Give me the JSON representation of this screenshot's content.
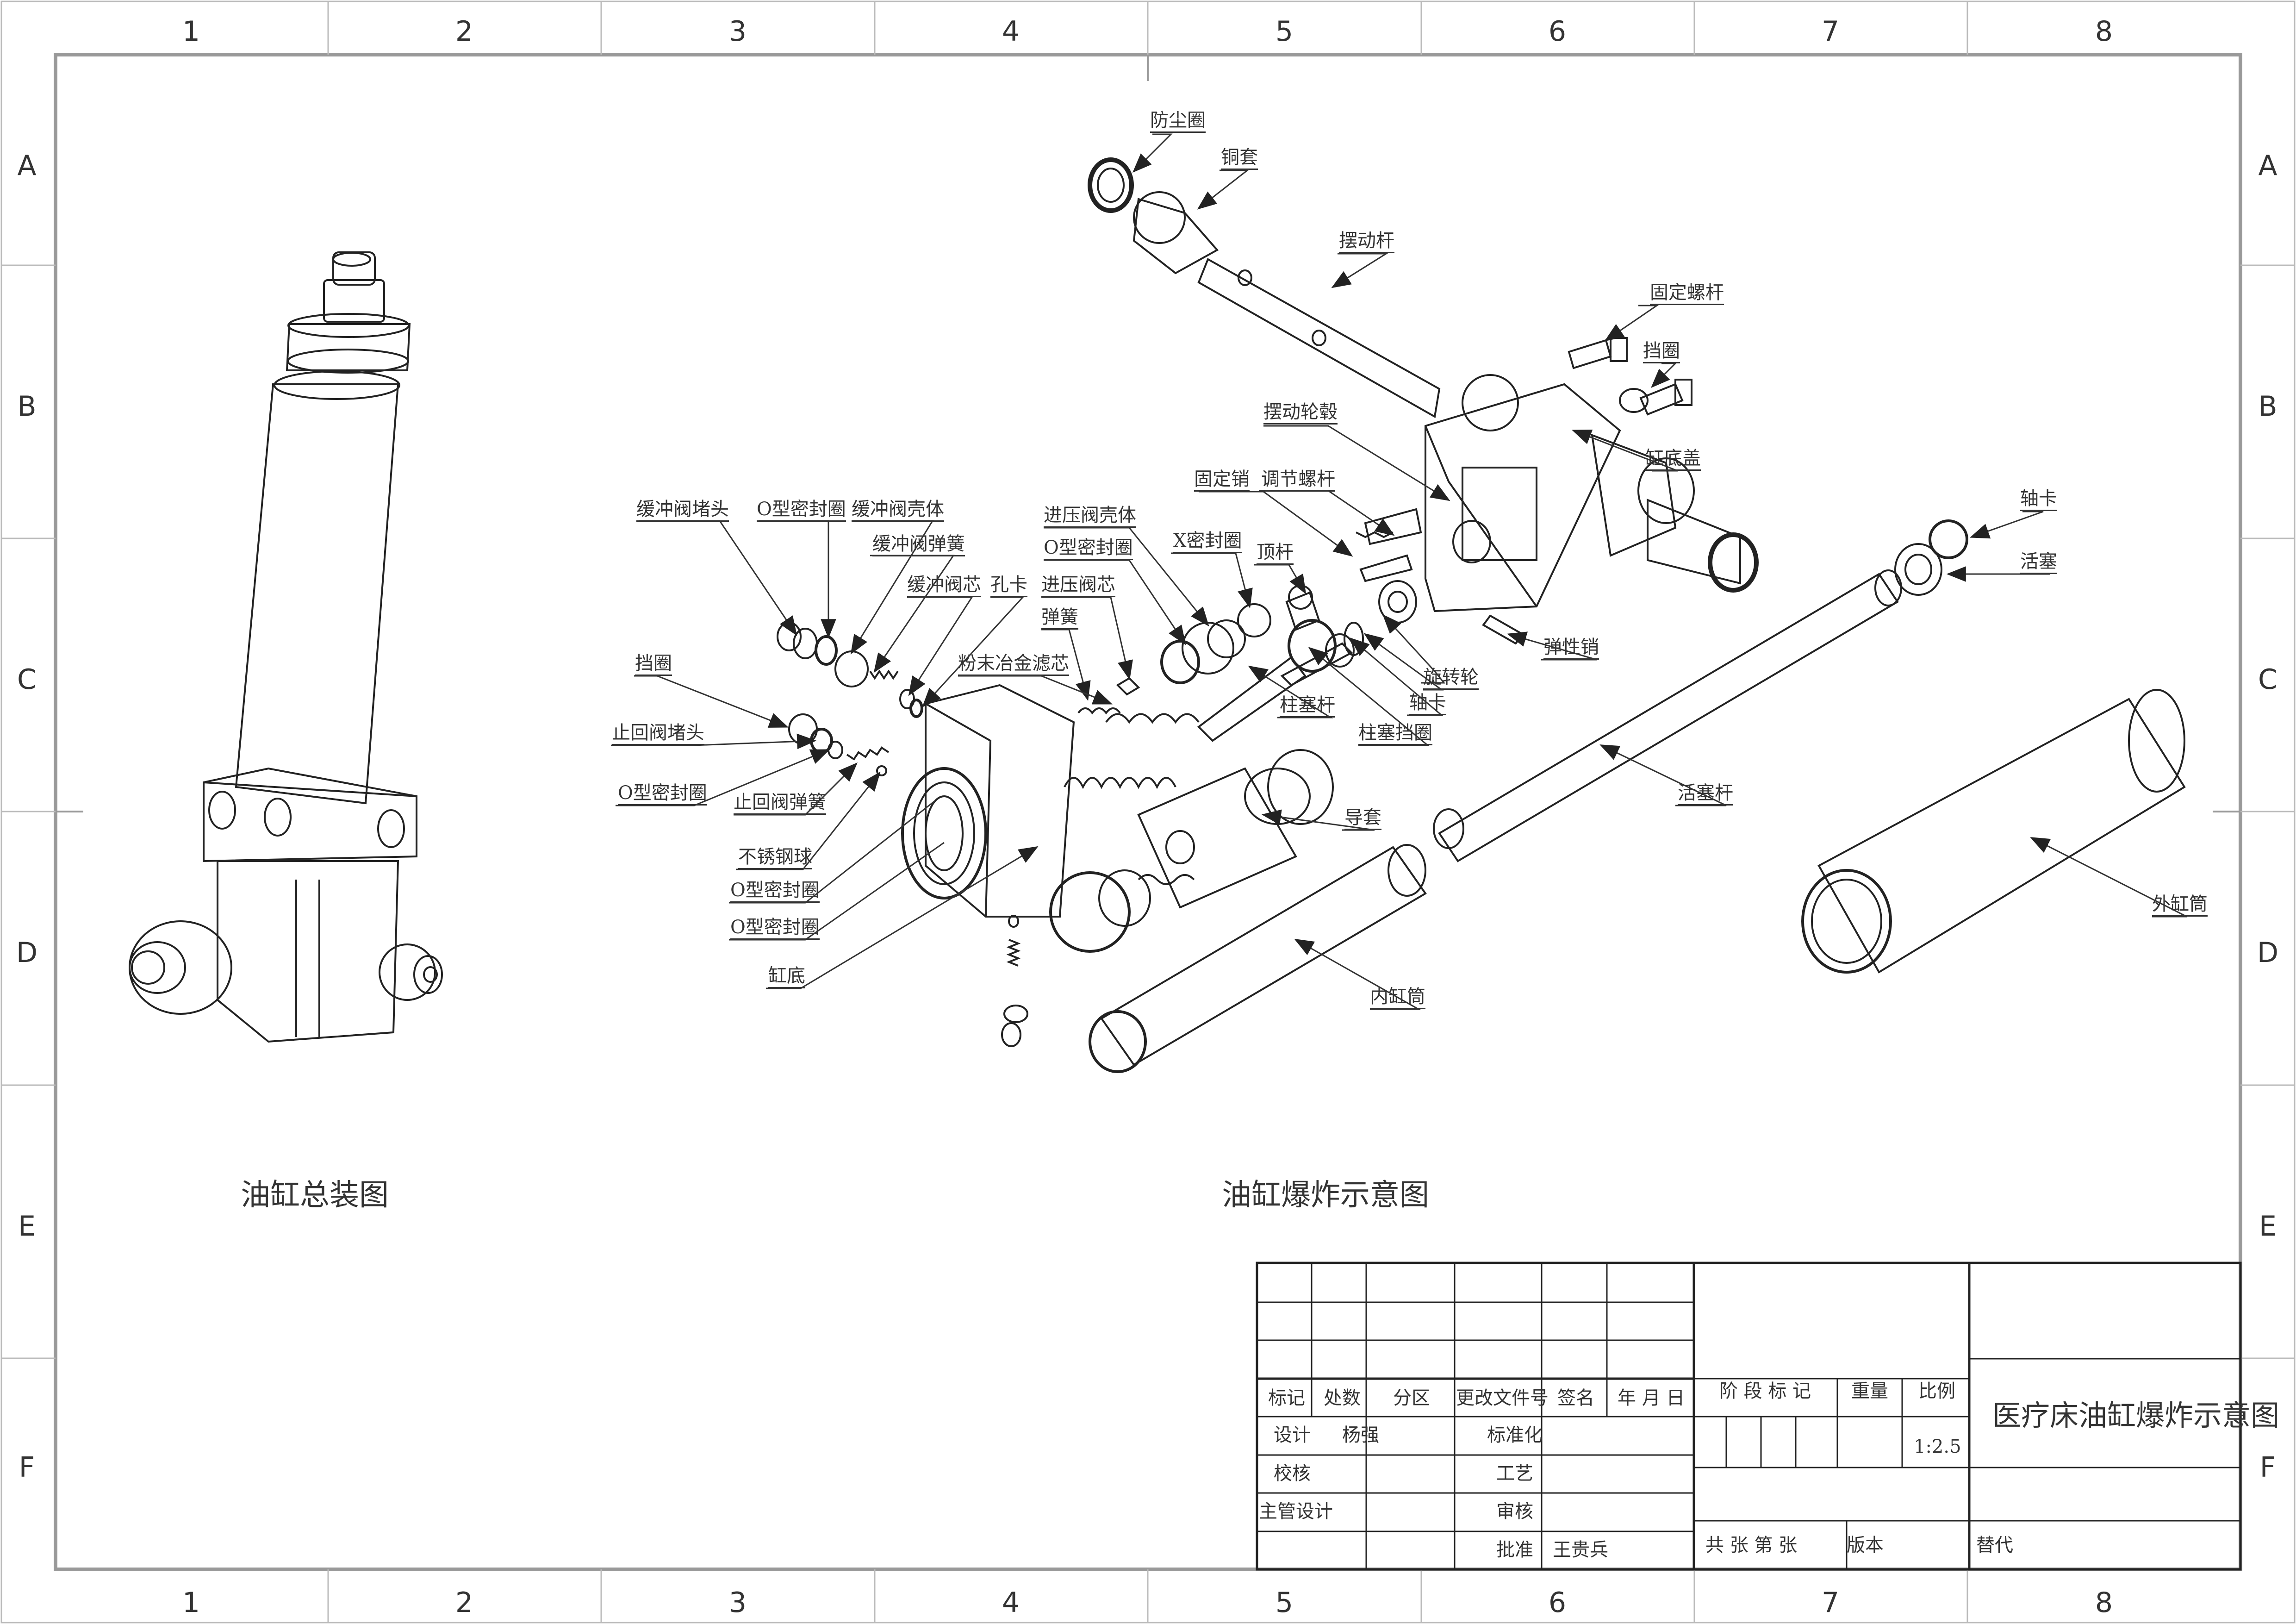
{
  "zones": {
    "columns": [
      "1",
      "2",
      "3",
      "4",
      "5",
      "6",
      "7",
      "8"
    ],
    "rows": [
      "A",
      "B",
      "C",
      "D",
      "E",
      "F"
    ]
  },
  "callouts": {
    "dust_ring": "防尘圈",
    "copper_sleeve": "铜套",
    "swing_rod": "摆动杆",
    "fixed_screw": "固定螺杆",
    "retainer_ring_top": "挡圈",
    "swing_hub": "摆动轮毂",
    "cylinder_base_cover": "缸底盖",
    "fixed_pin": "固定销",
    "adjust_screw": "调节螺杆",
    "shaft_clip_right": "轴卡",
    "piston": "活塞",
    "buffer_plug": "缓冲阀堵头",
    "o_ring_1": "O型密封圈",
    "buffer_housing": "缓冲阀壳体",
    "buffer_spring": "缓冲阀弹簧",
    "buffer_core": "缓冲阀芯",
    "hole_clip": "孔卡",
    "inlet_housing": "进压阀壳体",
    "o_ring_2": "O型密封圈",
    "inlet_core": "进压阀芯",
    "x_seal": "X密封圈",
    "ejector_rod": "顶杆",
    "spring": "弹簧",
    "powder_filter": "粉末冶金滤芯",
    "retainer_ring_left": "挡圈",
    "check_plug": "止回阀堵头",
    "o_ring_3": "O型密封圈",
    "check_spring": "止回阀弹簧",
    "steel_ball": "不锈钢球",
    "o_ring_4": "O型密封圈",
    "o_ring_5": "O型密封圈",
    "cylinder_bottom": "缸底",
    "plunger_rod": "柱塞杆",
    "plunger_retainer": "柱塞挡圈",
    "shaft_clip_mid": "轴卡",
    "rotating_wheel": "旋转轮",
    "elastic_pin": "弹性销",
    "guide_sleeve": "导套",
    "piston_rod": "活塞杆",
    "inner_cylinder": "内缸筒",
    "outer_cylinder": "外缸筒"
  },
  "captions": {
    "assembly": "油缸总装图",
    "exploded": "油缸爆炸示意图"
  },
  "title_block": {
    "header": [
      "标记",
      "处数",
      "分区",
      "更改文件号",
      "签名",
      "年 月 日"
    ],
    "design_label": "设计",
    "designer": "杨强",
    "standardize_label": "标准化",
    "check_label": "校核",
    "process_label": "工艺",
    "chief_label": "主管设计",
    "review_label": "审核",
    "approve_label": "批准",
    "approver": "王贵兵",
    "stage_label": "阶 段 标 记",
    "weight_label": "重量",
    "scale_label": "比例",
    "scale_value": "1:2.5",
    "title": "医疗床油缸爆炸示意图",
    "sheets_label": "共   张   第   张",
    "version_label": "版本",
    "replace_label": "替代"
  }
}
